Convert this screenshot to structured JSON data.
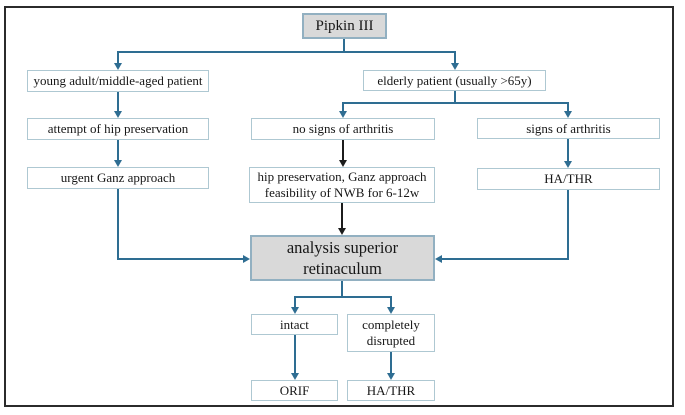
{
  "diagram": {
    "title": "Pipkin III flowchart",
    "colors": {
      "connector_blue": "#2e6d92",
      "connector_black": "#1c1c1c",
      "box_border": "#aec8d2",
      "highlight_box_border": "#92b0c1",
      "highlight_box_fill": "#d9d9d9",
      "outer_border": "#2b2b2b",
      "background": "#ffffff"
    },
    "nodes": {
      "pipkin": "Pipkin III",
      "young_patient": "young adult/middle-aged patient",
      "attempt_hip_preservation": "attempt of hip preservation",
      "urgent_ganz": "urgent Ganz approach",
      "elderly_patient": "elderly patient (usually >65y)",
      "no_arthritis": "no signs of arthritis",
      "signs_arthritis": "signs of arthritis",
      "hip_preservation_ganz": "hip preservation, Ganz approach\nfeasibility of NWB for 6-12w",
      "ha_thr_right": "HA/THR",
      "analysis_retinaculum": "analysis superior\nretinaculum",
      "intact": "intact",
      "completely_disrupted": "completely\ndisrupted",
      "orif": "ORIF",
      "ha_thr_bottom": "HA/THR"
    }
  }
}
